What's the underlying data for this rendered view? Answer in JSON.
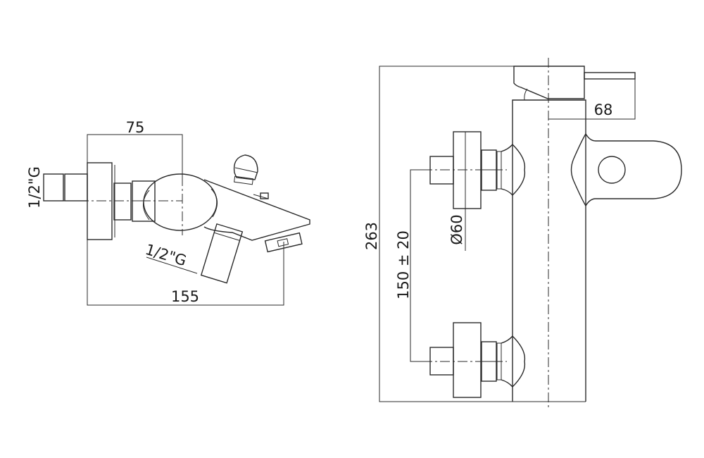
{
  "side_view": {
    "dim_top": "75",
    "dim_bottom": "155",
    "inlet_thread": "1/2\"G",
    "outlet_thread": "1/2\"G"
  },
  "front_view": {
    "dim_height": "263",
    "dim_projection": "68",
    "dim_centers": "150 ± 20",
    "dim_flange": "Ø60"
  }
}
